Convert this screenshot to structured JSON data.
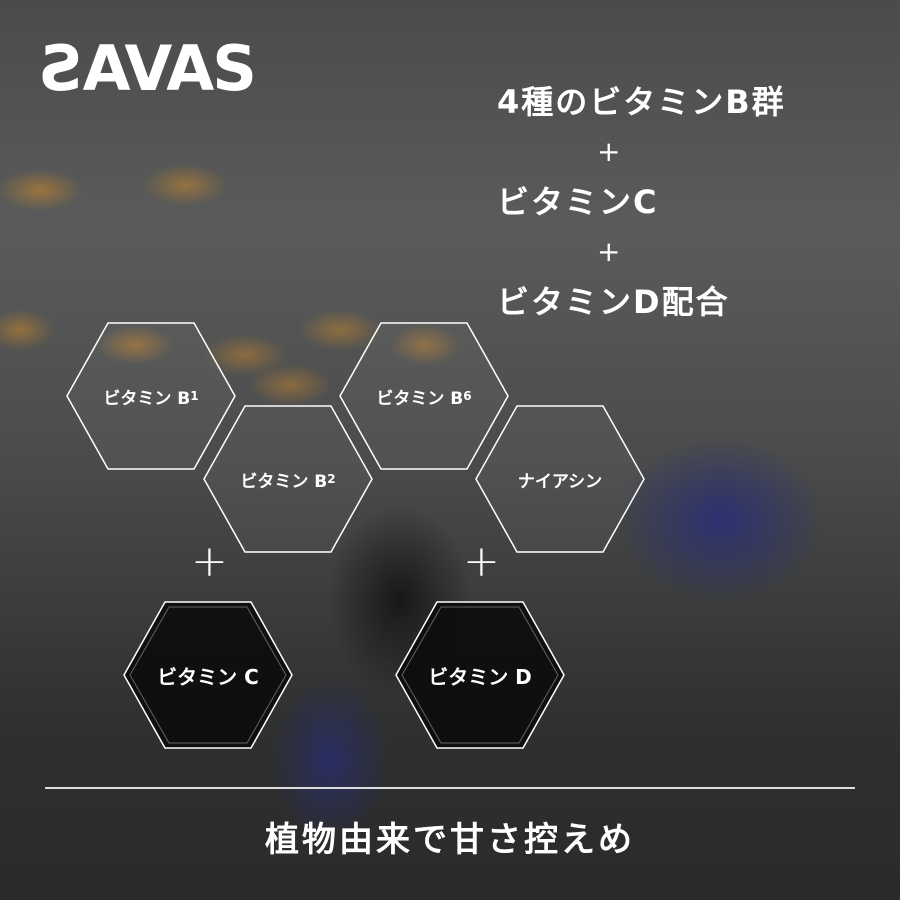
{
  "brand": {
    "logo": "SAVAS"
  },
  "headline": {
    "line1": "4種のビタミンB群",
    "plus1": "+",
    "line2": "ビタミンC",
    "plus2": "+",
    "line3": "ビタミンD配合"
  },
  "hexagons": [
    {
      "label": "ビタミン B",
      "sub": "1"
    },
    {
      "label": "ビタミン B",
      "sub": "2"
    },
    {
      "label": "ビタミン B",
      "sub": "6"
    },
    {
      "label": "ナイアシン",
      "sub": ""
    },
    {
      "label": "ビタミン C",
      "sub": ""
    },
    {
      "label": "ビタミン D",
      "sub": ""
    }
  ],
  "plus_signs": [
    "+",
    "+"
  ],
  "tagline": "植物由来で甘さ控えめ",
  "colors": {
    "text": "#ffffff",
    "dark_hex_fill": "#111111"
  }
}
